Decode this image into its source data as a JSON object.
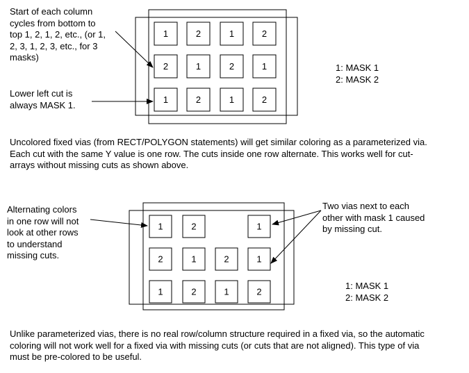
{
  "figure1": {
    "note_start": "Start of each column\ncycles from bottom to\ntop 1, 2, 1, 2, etc., (or 1,\n2, 3, 1, 2, 3, etc., for 3\nmasks)",
    "note_lower_left": "Lower left cut is\nalways MASK 1.",
    "legend": [
      "1: MASK 1",
      "2: MASK 2"
    ],
    "rows": [
      [
        "1",
        "2",
        "1",
        "2"
      ],
      [
        "2",
        "1",
        "2",
        "1"
      ],
      [
        "1",
        "2",
        "1",
        "2"
      ]
    ],
    "caption": "Uncolored fixed vias (from RECT/POLYGON statements) will get similar coloring as a parameterized via.\nEach cut with the same Y value is one row. The cuts inside one row alternate. This works well for cut-\narrays without missing cuts as shown above."
  },
  "figure2": {
    "note_alternating": "Alternating colors\nin one row will not\nlook at other rows\nto understand\nmissing cuts.",
    "note_two_vias": "Two vias next to each\nother with mask 1 caused\nby missing cut.",
    "legend": [
      "1: MASK 1",
      "2: MASK 2"
    ],
    "rows": [
      [
        "1",
        "2",
        "",
        "1"
      ],
      [
        "2",
        "1",
        "2",
        "1"
      ],
      [
        "1",
        "2",
        "1",
        "2"
      ]
    ],
    "caption": "Unlike parameterized vias, there is no real row/column structure required in a fixed via, so the automatic\ncoloring will not work well for a fixed via with missing cuts (or cuts that are not aligned). This type of via\nmust be pre-colored to be useful."
  }
}
